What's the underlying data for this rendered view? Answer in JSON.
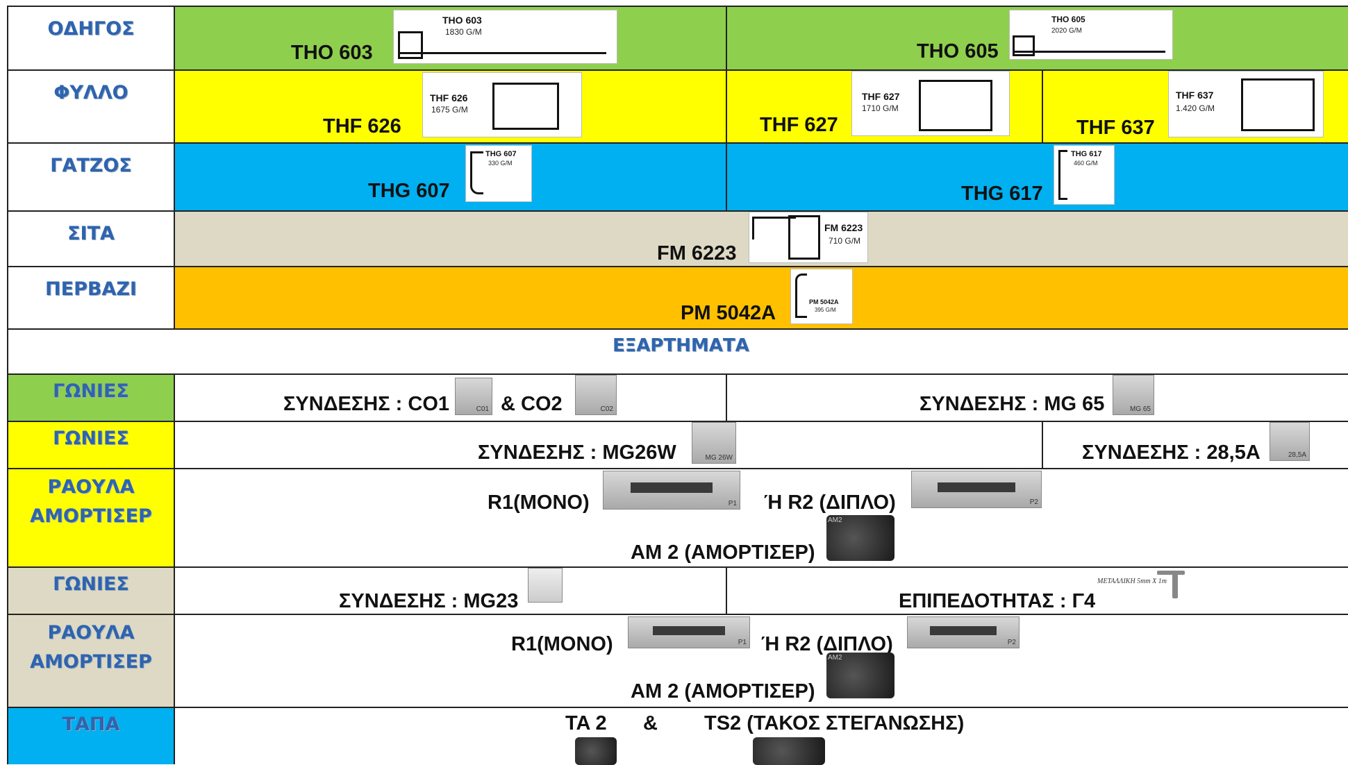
{
  "title": "ΕΞΑΡΤΗΜΑΤΑ",
  "colors": {
    "green": "#8fcf4e",
    "yellow": "#ffff00",
    "blue": "#00b0f0",
    "beige": "#ddd9c4",
    "orange": "#ffc000",
    "header_text": "#2e64b0"
  },
  "rows": {
    "odigos": {
      "header": "ΟΔΗΓΟΣ",
      "a_label": "THO 603",
      "a_pic_title": "THO 603",
      "a_pic_sub": "1830 G/M",
      "b_label": "THO 605",
      "b_pic_title": "THO 605",
      "b_pic_sub": "2020 G/M"
    },
    "fyllo": {
      "header": "ΦΥΛΛΟ",
      "a_label": "THF 626",
      "a_pic_title": "THF 626",
      "a_pic_sub": "1675 G/M",
      "b_label": "THF 627",
      "b_pic_title": "THF 627",
      "b_pic_sub": "1710 G/M",
      "c_label": "THF 637",
      "c_pic_title": "THF 637",
      "c_pic_sub": "1.420 G/M"
    },
    "gatzos": {
      "header": "ΓΑΤΖΟΣ",
      "a_label": "THG 607",
      "a_pic_title": "THG 607",
      "a_pic_sub": "330 G/M",
      "b_label": "THG 617",
      "b_pic_title": "THG 617",
      "b_pic_sub": "460 G/M"
    },
    "sita": {
      "header": "ΣΙΤΑ",
      "label": "FM 6223",
      "pic_title": "FM 6223",
      "pic_sub": "710 G/M"
    },
    "pervazi": {
      "header": "ΠΕΡΒΑΖΙ",
      "label": "PM 5042A",
      "pic_title": "PM 5042A",
      "pic_sub": "395 G/M"
    },
    "gonies1": {
      "header": "ΓΩΝΙΕΣ",
      "a_label": "ΣΥΝΔΕΣΗΣ : CO1",
      "a_amp": "& CO2",
      "a_cap1": "C01",
      "a_cap2": "C02",
      "b_label": "ΣΥΝΔΕΣΗΣ : MG 65",
      "b_cap": "MG 65"
    },
    "gonies2": {
      "header": "ΓΩΝΙΕΣ",
      "a_label": "ΣΥΝΔΕΣΗΣ : MG26W",
      "a_cap": "MG 26W",
      "b_label": "ΣΥΝΔΕΣΗΣ : 28,5A",
      "b_cap": "28,5A"
    },
    "raoula1": {
      "header1": "ΡΑΟΥΛΑ",
      "header2": "ΑΜΟΡΤΙΣΕΡ",
      "r1": "R1(ΜΟΝΟ)",
      "r1_cap": "P1",
      "r2": "Ή R2 (ΔΙΠΛΟ)",
      "r2_cap": "P2",
      "am": "AM 2 (ΑΜΟΡΤΙΣΕΡ)",
      "am_cap": "AM2"
    },
    "gonies3": {
      "header": "ΓΩΝΙΕΣ",
      "a_label": "ΣΥΝΔΕΣΗΣ : MG23",
      "b_label": "ΕΠΙΠΕΔΟΤΗΤΑΣ : Γ4",
      "b_cap": "ΜΕΤΑΛΛΙΚΗ 5mm X 1m"
    },
    "raoula2": {
      "header1": "ΡΑΟΥΛΑ",
      "header2": "ΑΜΟΡΤΙΣΕΡ",
      "r1": "R1(ΜΟΝΟ)",
      "r1_cap": "P1",
      "r2": "Ή R2 (ΔΙΠΛΟ)",
      "r2_cap": "P2",
      "am": "AM 2 (ΑΜΟΡΤΙΣΕΡ)",
      "am_cap": "AM2"
    },
    "tapa": {
      "header": "ΤΑΠΑ",
      "a_label": "TA 2",
      "amp": "&",
      "b_label": "TS2 (ΤΑΚΟΣ ΣΤΕΓΑΝΩΣΗΣ)"
    }
  }
}
